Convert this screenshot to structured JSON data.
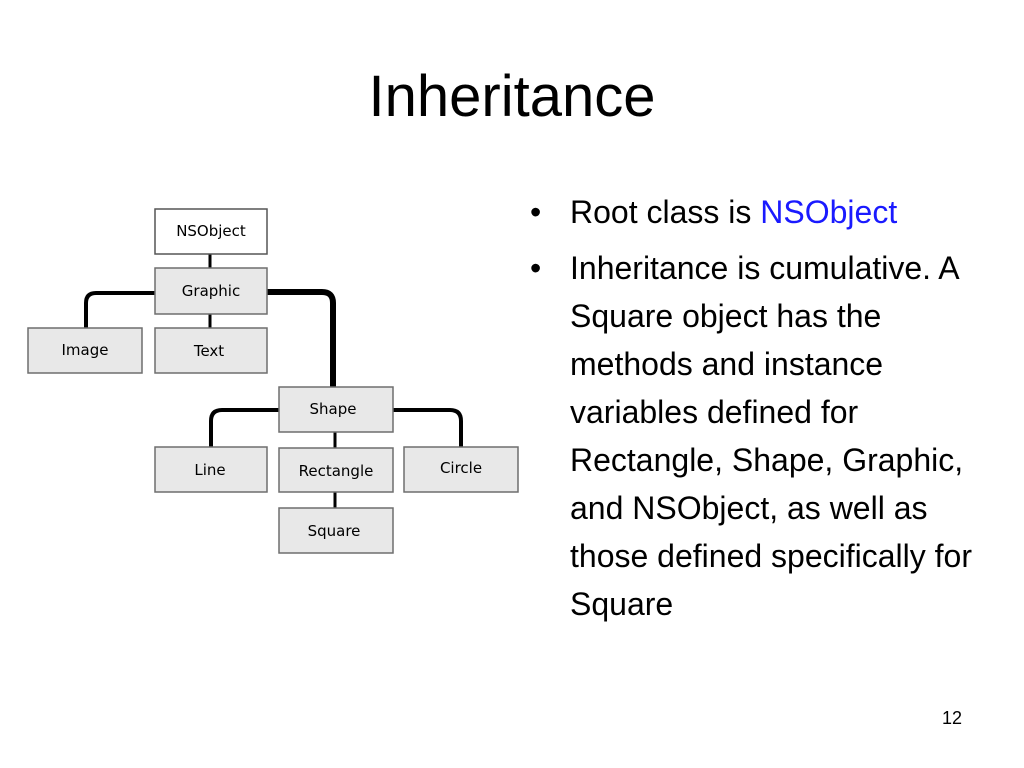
{
  "slide": {
    "title": "Inheritance",
    "page_number": "12"
  },
  "diagram": {
    "nodes": {
      "nsobject": "NSObject",
      "graphic": "Graphic",
      "image": "Image",
      "text": "Text",
      "shape": "Shape",
      "line": "Line",
      "rectangle": "Rectangle",
      "circle": "Circle",
      "square": "Square"
    }
  },
  "bullets": [
    {
      "marker": "•",
      "text_before": "Root class is ",
      "highlight": "NSObject",
      "highlight_color": "#1a1aff"
    },
    {
      "marker": "•",
      "text": "Inheritance is cumulative. A Square object has the methods and instance variables defined for Rectangle, Shape, Graphic, and NSObject, as well as those defined specifically for Square"
    }
  ]
}
